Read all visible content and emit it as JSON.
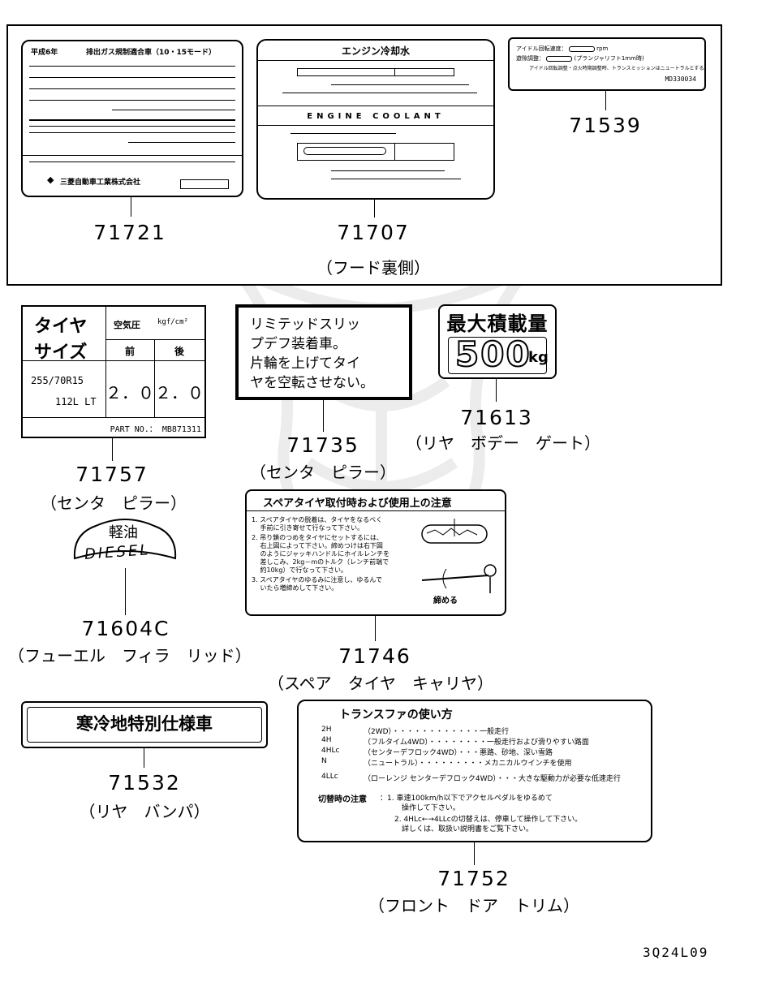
{
  "hood_group": {
    "caption": "（フード裏側）",
    "label_71721": {
      "part_no": "71721",
      "header_left": "平成6年",
      "header_right": "排出ガス規制適合車（10・15モード）",
      "maker": "三菱自動車工業株式会社"
    },
    "label_71707": {
      "part_no": "71707",
      "title": "エンジン冷却水",
      "subtitle": "ENGINE  COOLANT"
    },
    "label_71539": {
      "part_no": "71539",
      "line1": "アイドル回転速度：",
      "line1_unit": "rpm",
      "line2": "遊隙調整：",
      "line2_unit": "(プランジャリフト1mm時)",
      "line3": "アイドル回転調整・点火時期調整時、トランスミッションはニュートラルとする。",
      "code": "MD330034"
    }
  },
  "tire_label": {
    "part_no": "71757",
    "caption": "（センタ　ピラー）",
    "title1": "タイヤ",
    "title2": "サイズ",
    "pressure_head": "空気圧",
    "pressure_unit": "kgf/cm²",
    "front": "前",
    "rear": "後",
    "size1": "255/70R15",
    "size2": "112L LT",
    "front_val": "２．０",
    "rear_val": "２．０",
    "partno_line": "PART  NO.：  MB871311"
  },
  "lsd_label": {
    "part_no": "71735",
    "caption": "（センタ　ピラー）",
    "lines": [
      "リミテッドスリッ",
      "プデフ装着車。",
      "片輪を上げてタイ",
      "ヤを空転させない。"
    ]
  },
  "load_label": {
    "part_no": "71613",
    "caption": "（リヤ　ボデー　ゲート）",
    "title": "最大積載量",
    "value": "500",
    "unit": "kg"
  },
  "diesel_label": {
    "part_no": "71604C",
    "caption": "（フューエル　フィラ　リッド）",
    "jp": "軽油",
    "en": "DIESEL"
  },
  "spare_label": {
    "part_no": "71746",
    "caption": "（スペア　タイヤ　キャリヤ）",
    "title": "スペアタイヤ取付時および使用上の注意",
    "lines": [
      "1. スペアタイヤの脱着は、タイヤをなるべく",
      "　 手前に引き寄せて行なって下さい。",
      "2. 吊り鎖のつめをタイヤにセットするには、",
      "　 右上図によって下さい。締めつけは右下図",
      "　 のようにジャッキハンドルにホイルレンチを",
      "　 差しこみ、2kg－mのトルク（レンチ前端で",
      "　 約10kg）で行なって下さい。",
      "3. スペアタイヤのゆるみに注意し、ゆるんで",
      "　 いたら増締めして下さい。"
    ],
    "tighten": "締める"
  },
  "cold_label": {
    "part_no": "71532",
    "caption": "（リヤ　バンパ）",
    "text": "寒冷地特別仕様車"
  },
  "transfer_label": {
    "part_no": "71752",
    "caption": "（フロント　ドア　トリム）",
    "title": "トランスファの使い方",
    "rows": [
      {
        "mode": "2H",
        "desc": "（2WD）・・・・・・・・・・・・一般走行"
      },
      {
        "mode": "4H",
        "desc": "（フルタイム4WD）・・・・・・・・一般走行および滑りやすい路面"
      },
      {
        "mode": "4HLc",
        "desc": "（センターデフロック4WD）・・・悪路、砂地、深い雪路"
      },
      {
        "mode": "N",
        "desc": "（ニュートラル）・・・・・・・・・メカニカルウインチを使用"
      },
      {
        "mode": "4LLc",
        "desc": "（ローレンジ センターデフロック4WD）・・・大きな駆動力が必要な低速走行"
      }
    ],
    "note_head": "切替時の注意",
    "notes": [
      "：1. 車速100km/h以下でアクセルペダルをゆるめて",
      "　　　操作して下さい。",
      "　　2. 4HLc←→4LLcの切替えは、停車して操作して下さい。",
      "　　　詳しくは、取扱い説明書をご覧下さい。"
    ]
  },
  "diagram_code": "3Q24L09"
}
